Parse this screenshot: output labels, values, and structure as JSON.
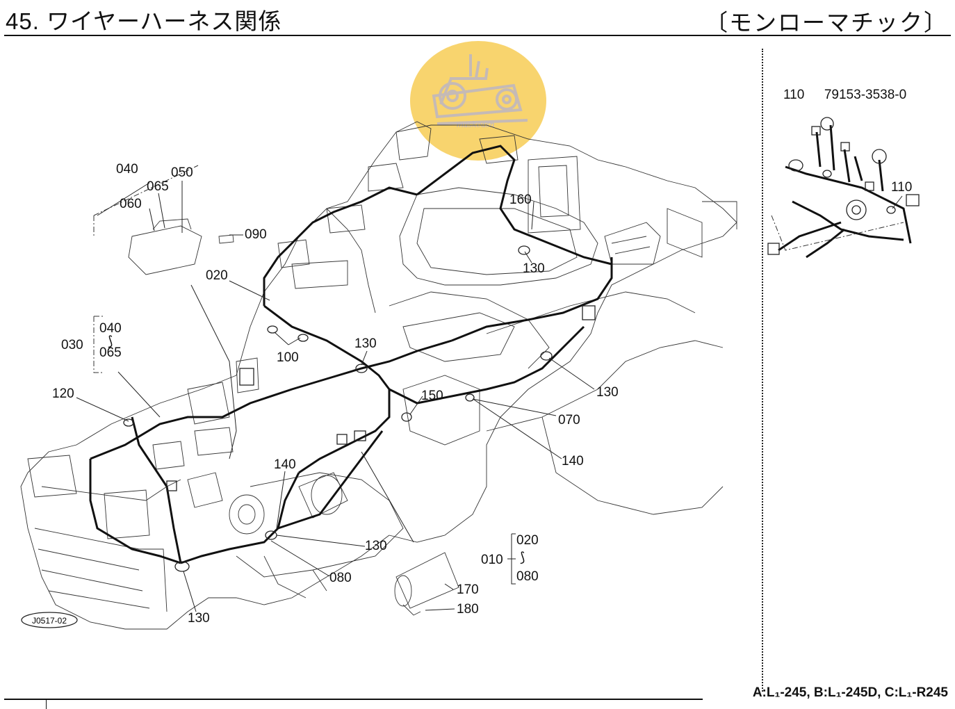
{
  "header": {
    "title": "45. ワイヤーハーネス関係",
    "variant": "〔モンローマチック〕"
  },
  "footer": {
    "models": "A:L₁-245, B:L₁-245D, C:L₁-R245"
  },
  "watermark": {
    "text": "maskeasn",
    "color": "#f5c441",
    "icon": "tractor-icon"
  },
  "sub_assembly": {
    "ref_no": "110",
    "part_no": "79153-3538-0"
  },
  "labels": {
    "l040a": "040",
    "l050": "050",
    "l065a": "065",
    "l060": "060",
    "l090": "090",
    "l020a": "020",
    "l030": "030",
    "l040b": "040",
    "l065b": "065",
    "l100": "100",
    "l130a": "130",
    "l130b": "130",
    "l130c": "130",
    "l130d": "130",
    "l130e": "130",
    "l160": "160",
    "l120": "120",
    "l150": "150",
    "l070": "070",
    "l140a": "140",
    "l140b": "140",
    "l080a": "080",
    "l010": "010",
    "l020b": "020",
    "l080b": "080",
    "l170": "170",
    "l180": "180",
    "l110": "110",
    "figure_code": "J0517-02"
  }
}
